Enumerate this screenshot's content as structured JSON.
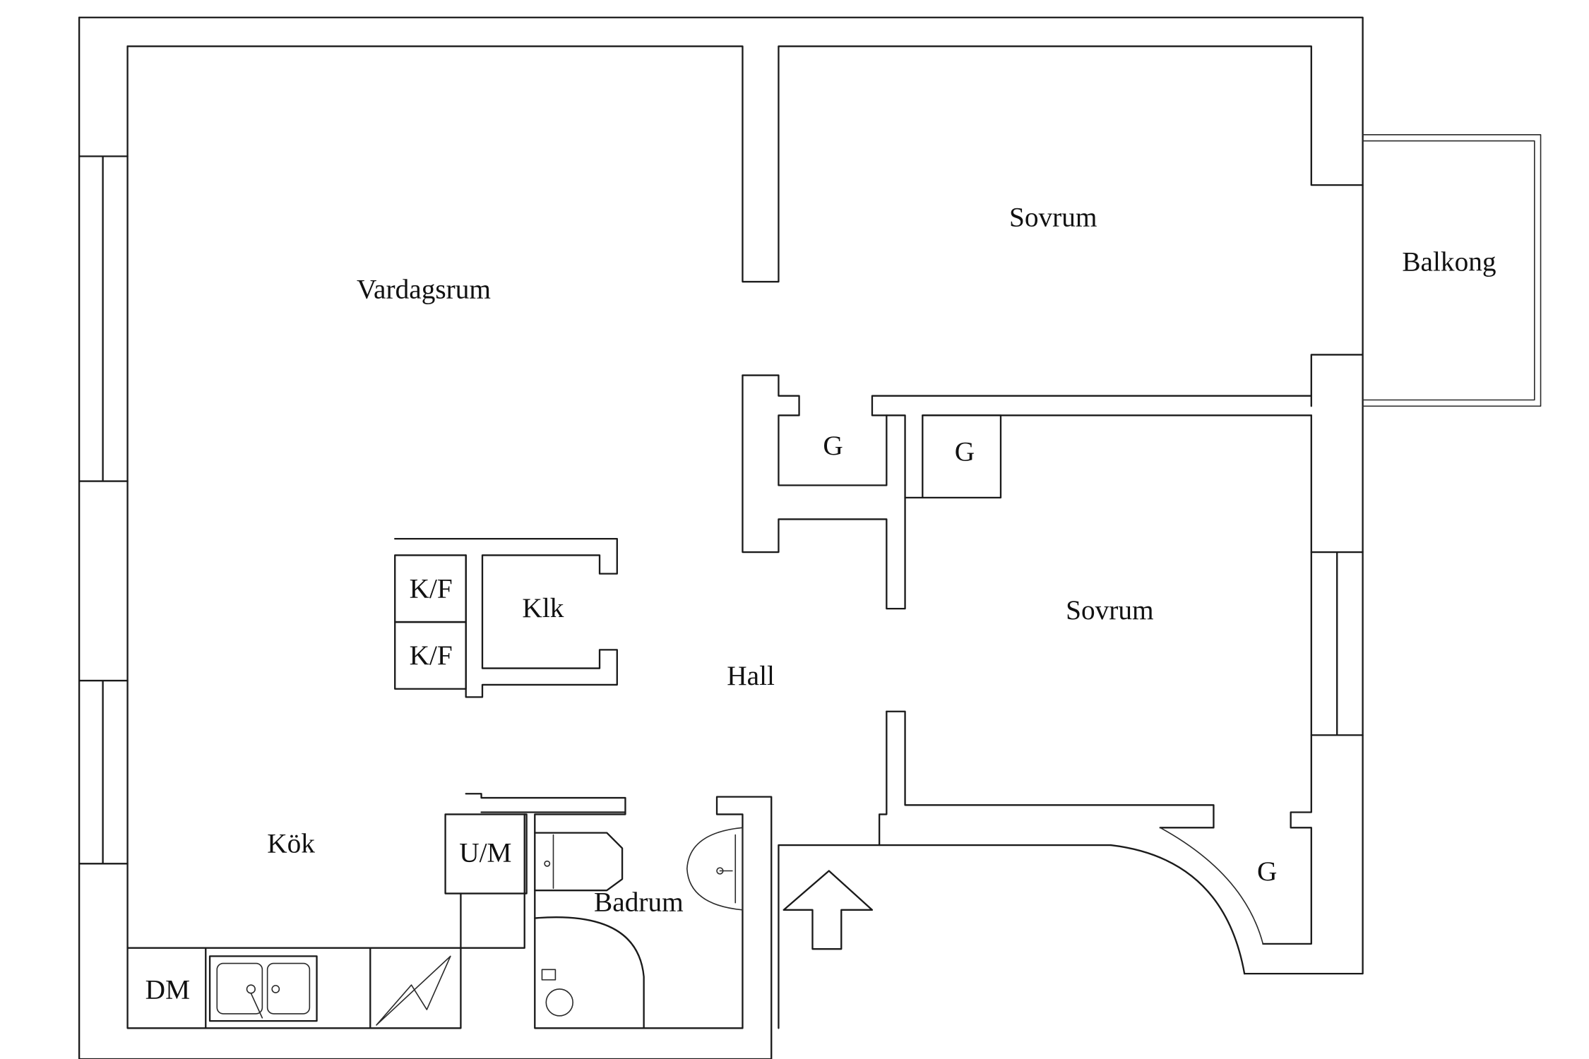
{
  "plan": {
    "title": "Floor plan",
    "rooms": {
      "vardagsrum": "Vardagsrum",
      "sovrum_top": "Sovrum",
      "sovrum_bottom": "Sovrum",
      "balkong": "Balkong",
      "hall": "Hall",
      "kok": "Kök",
      "badrum": "Badrum",
      "klk": "Klk"
    },
    "fixtures": {
      "kf_top": "K/F",
      "kf_bottom": "K/F",
      "um": "U/M",
      "dm": "DM",
      "garderob_1": "G",
      "garderob_2": "G",
      "garderob_3": "G"
    },
    "symbols": {
      "entrance": "entrance-arrow",
      "stove": "stove-lightning",
      "sink": "double-sink",
      "toilet": "toilet",
      "washbasin": "washbasin",
      "shower": "shower"
    },
    "colors": {
      "line": "#1a1a1a",
      "background": "#ffffff"
    }
  }
}
